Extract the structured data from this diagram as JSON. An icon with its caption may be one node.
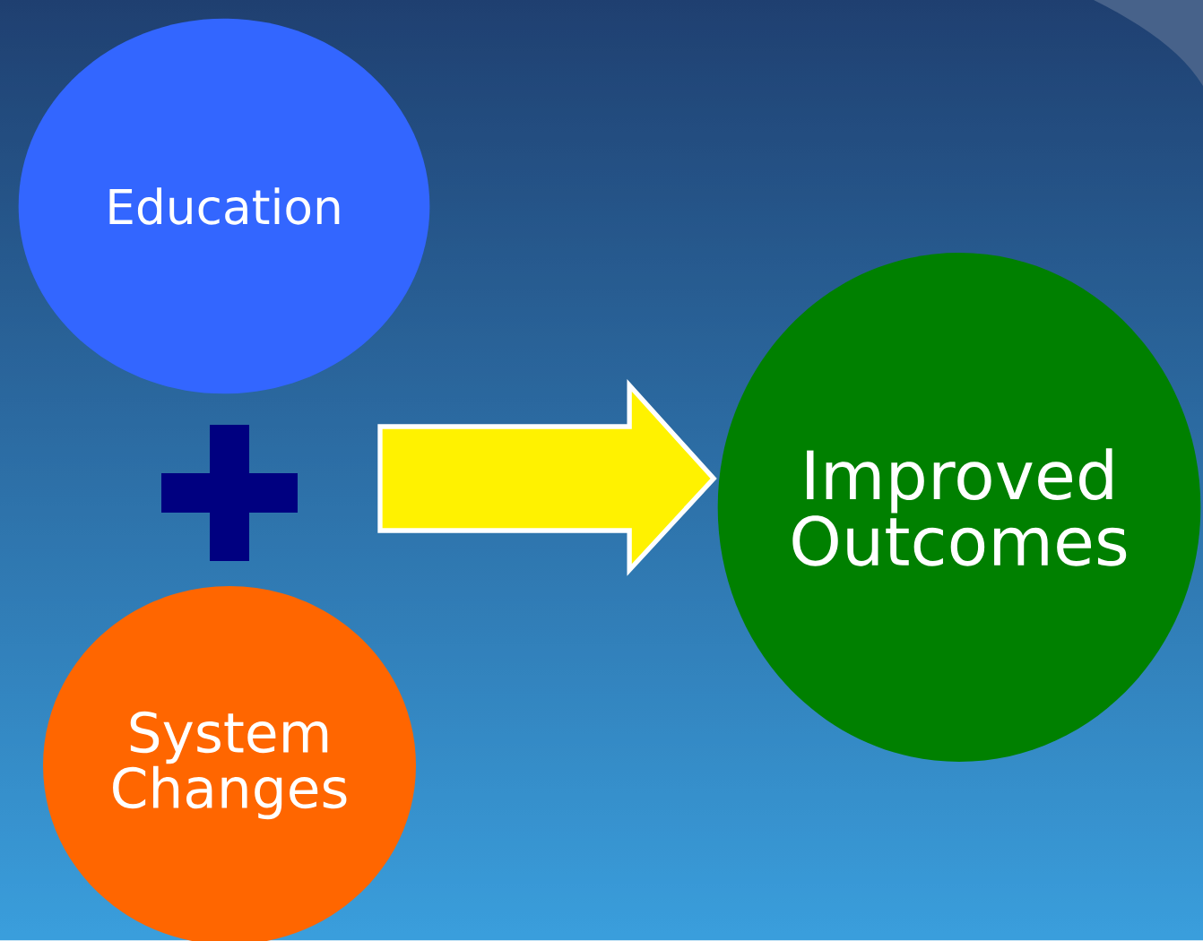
{
  "diagram": {
    "nodes": [
      {
        "text": [
          "Education"
        ]
      },
      {
        "text": [
          "System Changes"
        ]
      },
      {
        "text": [
          "Improved Outcomes"
        ]
      }
    ],
    "edges": [
      {
        "from": null,
        "to": 2,
        "arrow": "to"
      }
    ]
  }
}
